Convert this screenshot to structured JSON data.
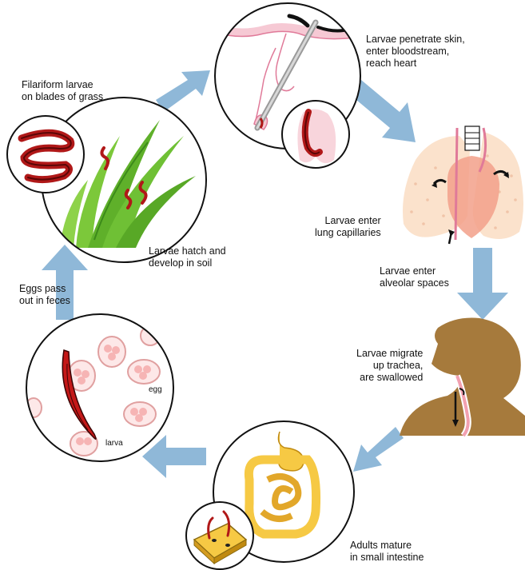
{
  "labels": {
    "filariform": [
      "Filariform larvae",
      "on blades of grass"
    ],
    "penetrate": [
      "Larvae penetrate skin,",
      "enter bloodstream,",
      "reach heart"
    ],
    "lung_capillaries": [
      "Larvae enter",
      "lung capillaries"
    ],
    "alveolar": [
      "Larvae enter",
      "alveolar spaces"
    ],
    "migrate": [
      "Larvae migrate",
      "up trachea,",
      "are swallowed"
    ],
    "adults": [
      "Adults mature",
      "in small intestine"
    ],
    "eggs_pass": [
      "Eggs pass",
      "out in feces"
    ],
    "hatch": [
      "Larvae hatch and",
      "develop in soil"
    ],
    "egg_tag": "egg",
    "larva_tag": "larva"
  },
  "colors": {
    "arrow": "#8fb8d8",
    "worm": "#b01818",
    "grass": "#66b82e",
    "lung": "#fbe2cc",
    "heart": "#f2a08a",
    "person": "#a67a3c",
    "intestine": "#f6c944",
    "egg_ring": "#e0a0a0"
  }
}
